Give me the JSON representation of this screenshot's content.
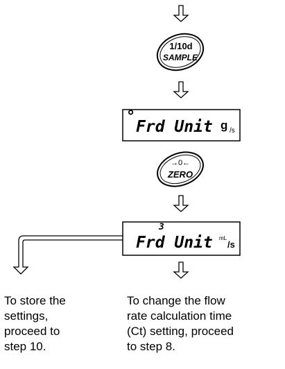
{
  "keys": {
    "sample_line1": "1/10d",
    "sample_line2": "SAMPLE",
    "zero_symbol": "→0←",
    "zero_label": "ZERO"
  },
  "displays": {
    "first": {
      "text": "Frd Unit",
      "unit_main": "g",
      "unit_sub": "/s",
      "dot": "°"
    },
    "second": {
      "digit": "3",
      "text": "Frd Unit",
      "unit_main": "mL",
      "unit_sub": "/s"
    }
  },
  "notes": {
    "store": "To store the\nsettings,\nproceed to\nstep 10.",
    "change": "To change the flow\nrate calculation time\n(Ct) setting, proceed\nto step 8."
  }
}
